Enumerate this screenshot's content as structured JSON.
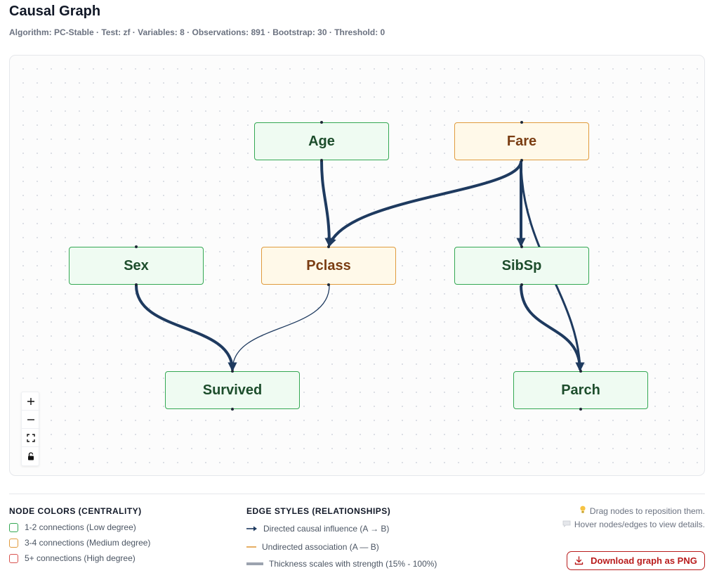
{
  "page": {
    "title": "Causal Graph",
    "subtitle": "Algorithm: PC-Stable · Test: zf · Variables: 8 · Observations: 891 · Bootstrap: 30 · Threshold: 0"
  },
  "graph": {
    "nodes": [
      {
        "id": "age",
        "label": "Age",
        "degree_class": "low"
      },
      {
        "id": "fare",
        "label": "Fare",
        "degree_class": "medium"
      },
      {
        "id": "sex",
        "label": "Sex",
        "degree_class": "low"
      },
      {
        "id": "pclass",
        "label": "Pclass",
        "degree_class": "medium"
      },
      {
        "id": "sibsp",
        "label": "SibSp",
        "degree_class": "low"
      },
      {
        "id": "survived",
        "label": "Survived",
        "degree_class": "low"
      },
      {
        "id": "parch",
        "label": "Parch",
        "degree_class": "low"
      }
    ],
    "edges": [
      {
        "from": "Age",
        "to": "Pclass",
        "type": "directed",
        "strength": "high"
      },
      {
        "from": "Fare",
        "to": "Pclass",
        "type": "directed",
        "strength": "high"
      },
      {
        "from": "Fare",
        "to": "SibSp",
        "type": "directed",
        "strength": "high"
      },
      {
        "from": "Fare",
        "to": "Parch",
        "type": "directed",
        "strength": "medium"
      },
      {
        "from": "Sex",
        "to": "Survived",
        "type": "directed",
        "strength": "high"
      },
      {
        "from": "Pclass",
        "to": "Survived",
        "type": "directed",
        "strength": "low"
      },
      {
        "from": "SibSp",
        "to": "Parch",
        "type": "directed",
        "strength": "high"
      }
    ],
    "colors": {
      "edge": "#1e3a5f",
      "low_border": "#34a853",
      "low_fill": "#effbf2",
      "medium_border": "#e09b3d",
      "medium_fill": "#fff9e9",
      "high_border": "#d9534f"
    },
    "controls": [
      {
        "name": "zoom-in",
        "icon": "plus-icon"
      },
      {
        "name": "zoom-out",
        "icon": "minus-icon"
      },
      {
        "name": "fit-view",
        "icon": "fit-view-icon"
      },
      {
        "name": "toggle-interactivity",
        "icon": "lock-icon"
      }
    ]
  },
  "legend": {
    "node_colors": {
      "heading": "NODE COLORS (CENTRALITY)",
      "items": [
        {
          "label": "1-2 connections (Low degree)",
          "color": "#34a853"
        },
        {
          "label": "3-4 connections (Medium degree)",
          "color": "#e09b3d"
        },
        {
          "label": "5+ connections (High degree)",
          "color": "#d9534f"
        }
      ]
    },
    "edge_styles": {
      "heading": "EDGE STYLES (RELATIONSHIPS)",
      "items": [
        {
          "label": "Directed causal influence (A → B)",
          "icon": "arrow-right-icon"
        },
        {
          "label": "Undirected association (A — B)",
          "icon": "orange-line-icon"
        },
        {
          "label": "Thickness scales with strength (15% - 100%)",
          "icon": "thick-line-icon"
        }
      ]
    }
  },
  "hints": {
    "drag": "Drag nodes to reposition them.",
    "drag_icon": "lightbulb-icon",
    "hover": "Hover nodes/edges to view details.",
    "hover_icon": "speech-bubble-icon"
  },
  "download": {
    "label": "Download graph as PNG",
    "icon": "download-icon"
  }
}
